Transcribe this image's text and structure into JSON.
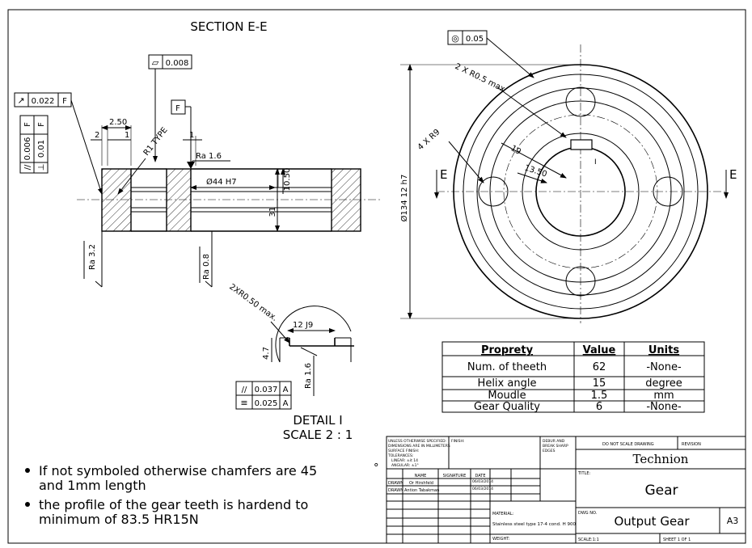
{
  "section": {
    "title": "SECTION E-E"
  },
  "frames": {
    "runout": {
      "symbol": "↗",
      "value": "0.022",
      "datum": "F"
    },
    "flatness_top": {
      "symbol": "⏥",
      "value": "0.008"
    },
    "datum_f": "F",
    "parallel_vert": {
      "symbol": "//",
      "value": "0.006",
      "datum": "F"
    },
    "perp_vert": {
      "symbol": "⊥",
      "value": "0.01",
      "datum": "F"
    },
    "concentric": {
      "symbol": "◎",
      "value": "0.05"
    },
    "parallel_detail": {
      "symbol": "//",
      "value": "0.037",
      "datum": "A"
    },
    "symmetry_detail": {
      "symbol": "≡",
      "value": "0.025",
      "datum": "A"
    }
  },
  "dims": {
    "d250": "2.50",
    "d2": "2",
    "d1a": "1",
    "d1b": "1",
    "r1type": "R1 TYPE",
    "ra16_top": "Ra 1.6",
    "bore": "Ø44 H7",
    "d1050": "10.50",
    "d31": "31",
    "ra32": "Ra 3.2",
    "ra08": "Ra 0.8",
    "r05": "2 X R0.5 max",
    "r9": "4 X R9",
    "d19": "19",
    "d1350": "13.50",
    "d134": "Ø134 12 h7",
    "e_left": "E",
    "e_right": "E",
    "r050": "2XR0.50 max.",
    "d12j9": "12 J9",
    "d47": "4.7",
    "ra16_detail": "Ra 1.6"
  },
  "detail": {
    "line1": "DETAIL I",
    "line2": "SCALE 2 : 1",
    "mark": "I"
  },
  "table": {
    "headers": [
      "Proprety",
      "Value",
      "Units"
    ],
    "rows": [
      [
        "Num. of theeth",
        "62",
        "-None-"
      ],
      [
        "Helix angle",
        "15",
        "degree"
      ],
      [
        "Moudle",
        "1.5",
        "mm"
      ],
      [
        "Gear Quality",
        "6",
        "-None-"
      ]
    ]
  },
  "notes": [
    "If not symboled otherwise chamfers are 45° and 1mm length",
    "the profile of the gear teeth is hardend to minimum of 83.5 HR15N"
  ],
  "notes_lines": [
    [
      "If not symboled otherwise chamfers are 45",
      "and 1mm length"
    ],
    [
      "the profile of the gear teeth is hardend to",
      "minimum of 83.5 HR15N"
    ]
  ],
  "notes_degree": "°",
  "title_block": {
    "general": [
      "UNLESS OTHERWISE SPECIFIED:",
      "DIMENSIONS ARE IN MILLIMETERS",
      "SURFACE FINISH:",
      "TOLERANCES:",
      "LINEAR: ±it 14",
      "ANGULAR: ±1°"
    ],
    "finish_label": "FINISH:",
    "deburr": [
      "DEBUR AND",
      "BREAK SHARP",
      "EDGES"
    ],
    "no_scale": "DO NOT SCALE DRAWING",
    "revision": "REVISION",
    "company": "Technion",
    "name_header": "NAME",
    "signature_header": "SIGNATURE",
    "date_header": "DATE",
    "rows": [
      {
        "role": "DRAWN",
        "name": "Or Hirshfeld",
        "date": "06/03/2014"
      },
      {
        "role": "DRAWN",
        "name": "Antion Tabakman",
        "date": "06/03/2014"
      }
    ],
    "title_label": "TITLE:",
    "title": "Gear",
    "material_label": "MATERIAL:",
    "material": "Stainless steel type 17-4 cond. H 900",
    "weight_label": "WEIGHT:",
    "dwg_label": "DWG NO.",
    "dwg_no": "Output Gear",
    "size": "A3",
    "scale": "SCALE:1:1",
    "sheet": "SHEET 1 OF 1"
  }
}
